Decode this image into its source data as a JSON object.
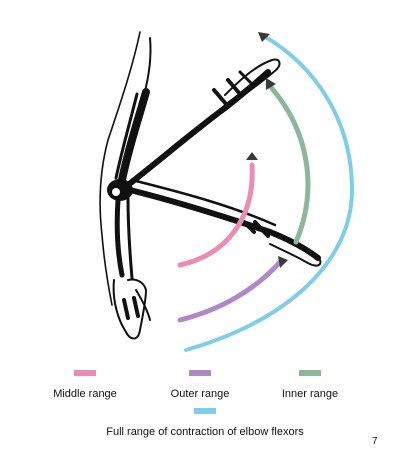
{
  "colors": {
    "middle": "#ec8bb4",
    "outer": "#b089c4",
    "inner": "#8cb79a",
    "full": "#7fcde8",
    "arrow": "#3b3b3b",
    "outline": "#111111"
  },
  "legend": {
    "middle_label": "Middle range",
    "outer_label": "Outer range",
    "inner_label": "Inner range",
    "full_label": "Full range of contraction of elbow flexors"
  },
  "page_number": "7"
}
